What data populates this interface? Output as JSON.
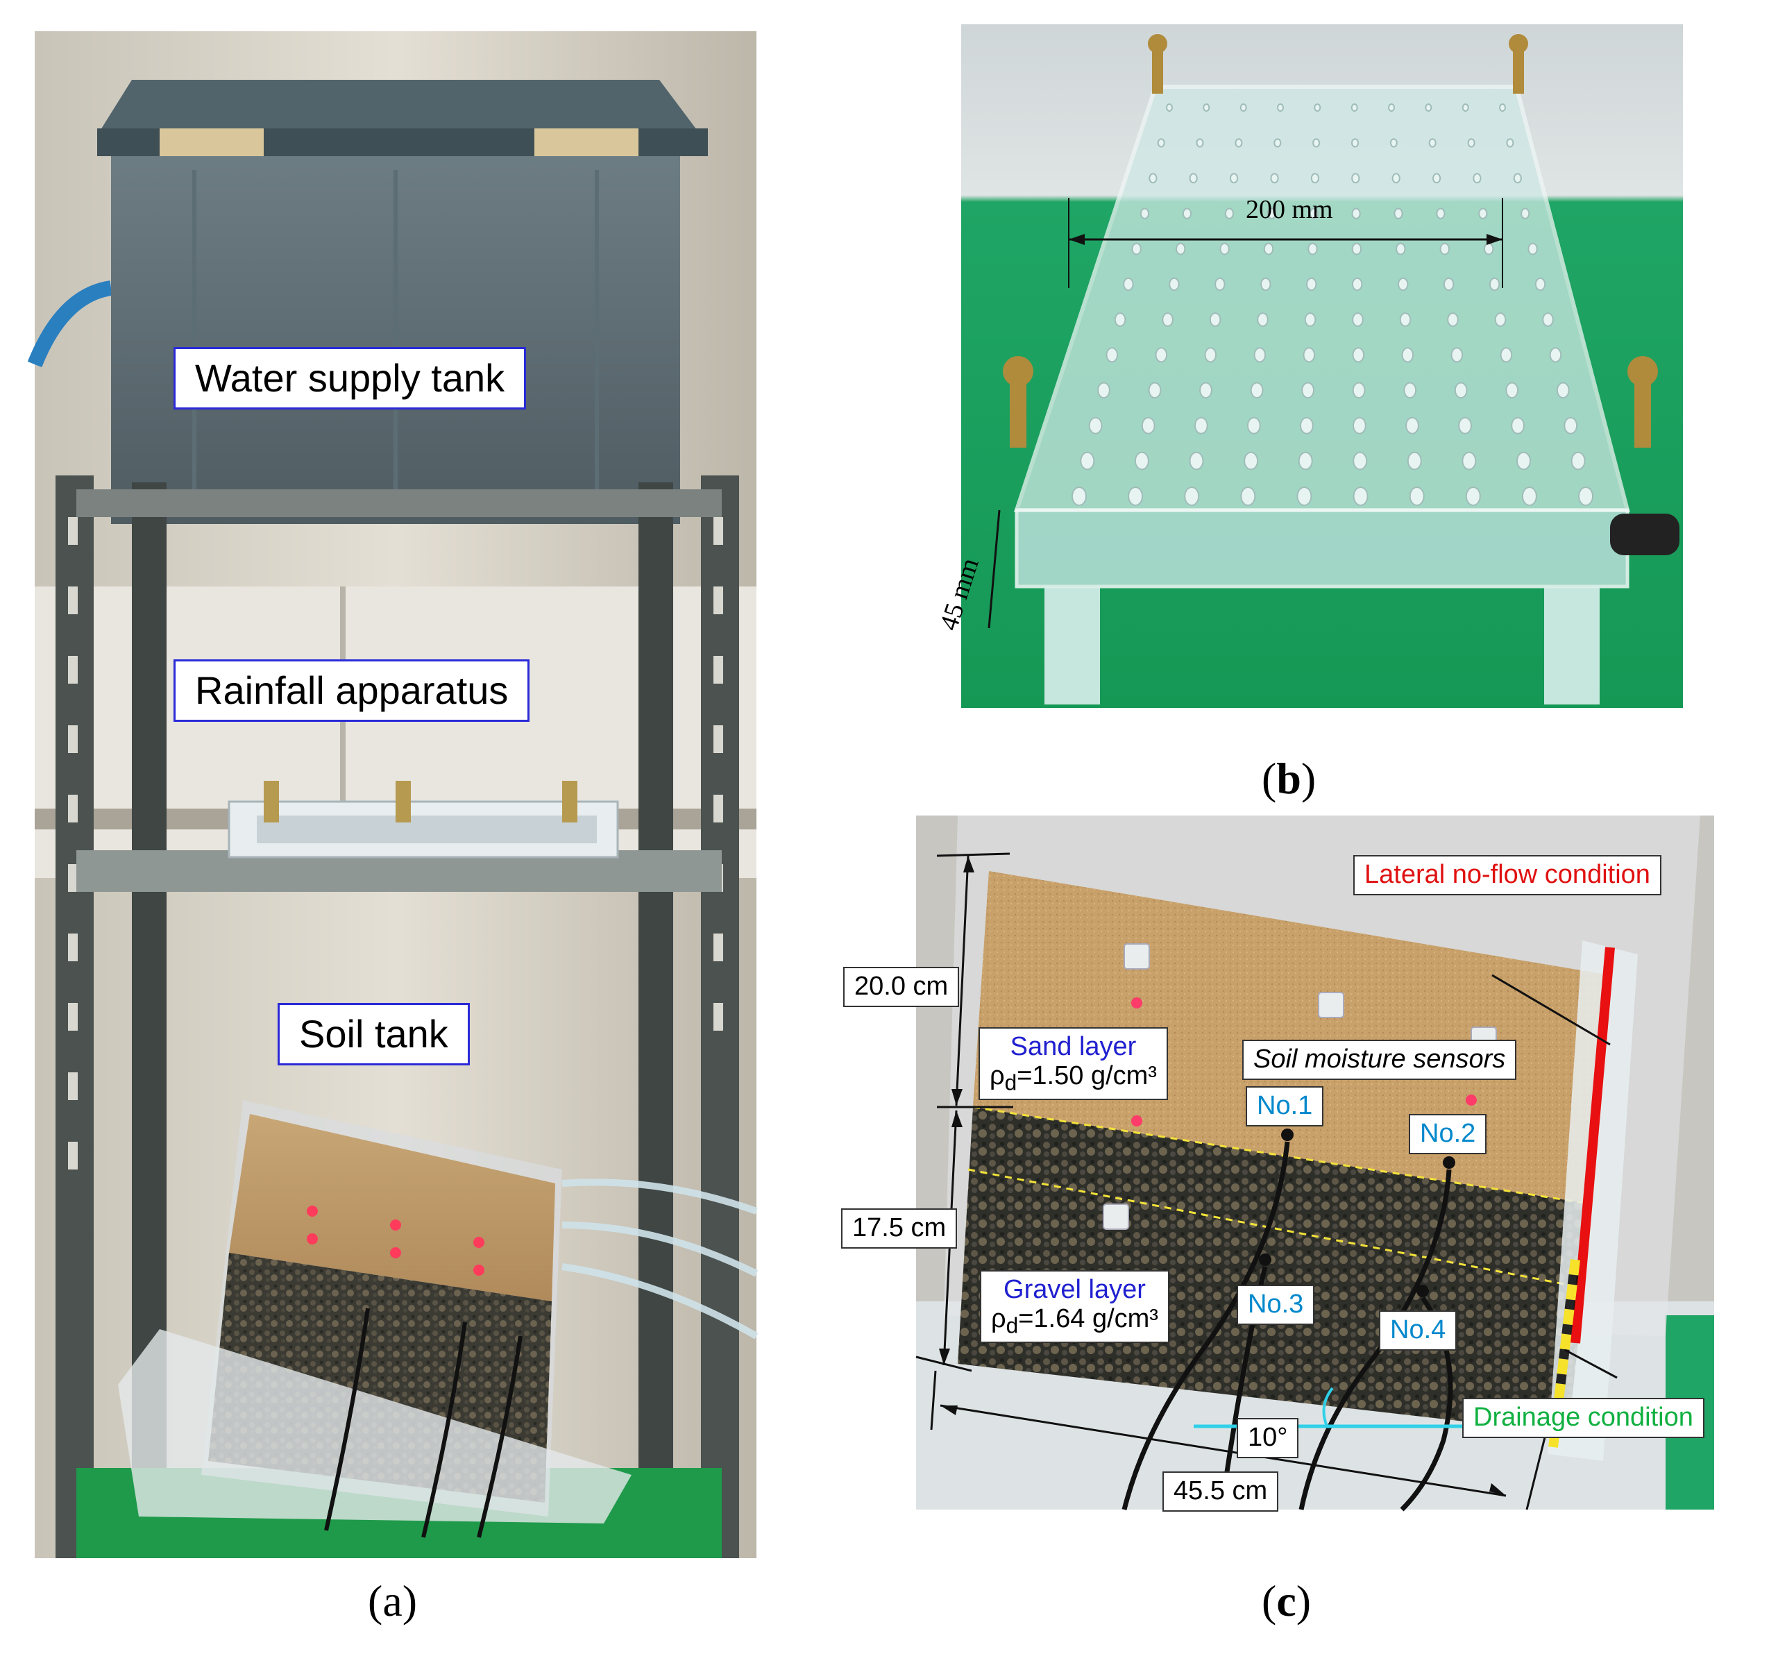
{
  "panel_a": {
    "labels": {
      "water_tank": "Water supply tank",
      "rainfall": "Rainfall apparatus",
      "soil_tank": "Soil tank"
    },
    "caption_open": "(",
    "caption_letter": "a",
    "caption_close": ")"
  },
  "panel_b": {
    "width_label": "200 mm",
    "height_label": "45 mm",
    "caption_open": "(",
    "caption_letter": "b",
    "caption_close": ")"
  },
  "panel_c": {
    "dim_top": "20.0 cm",
    "dim_middle": "17.5 cm",
    "dim_bottom": "45.5 cm",
    "angle": "10°",
    "sand_title": "Sand layer",
    "sand_density_prefix": "ρ",
    "sand_density_sub": "d",
    "sand_density_value": "=1.50 g/cm³",
    "gravel_title": "Gravel layer",
    "gravel_density_prefix": "ρ",
    "gravel_density_sub": "d",
    "gravel_density_value": "=1.64 g/cm³",
    "sensors_label": "Soil moisture sensors",
    "sensor_1": "No.1",
    "sensor_2": "No.2",
    "sensor_3": "No.3",
    "sensor_4": "No.4",
    "lateral": "Lateral no-flow condition",
    "drainage": "Drainage condition",
    "caption_open": "(",
    "caption_letter": "c",
    "caption_close": ")"
  }
}
